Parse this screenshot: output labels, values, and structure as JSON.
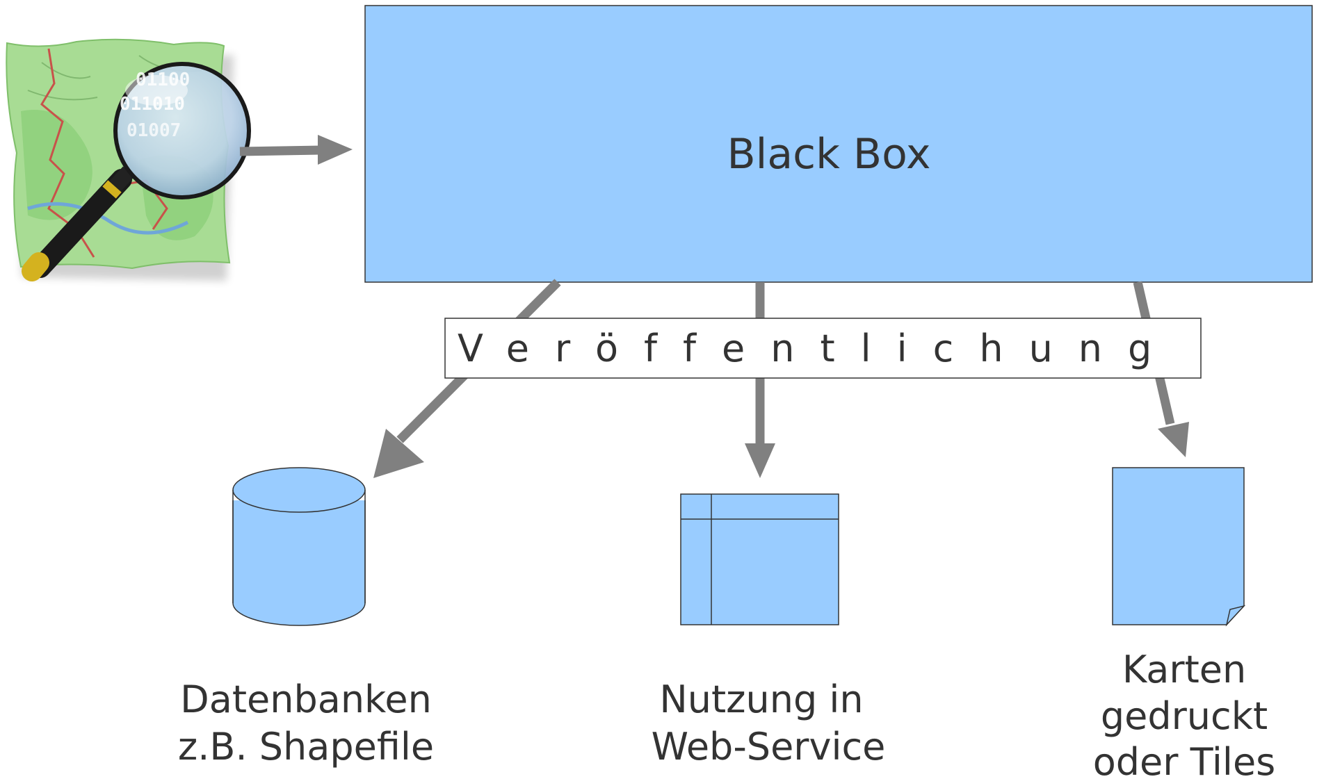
{
  "diagram": {
    "black_box": {
      "label": "Black Box"
    },
    "publication": {
      "label": "Veröffentlichung"
    },
    "outputs": {
      "database": {
        "line1": "Datenbanken",
        "line2": "z.B. Shapefile"
      },
      "web_service": {
        "line1": "Nutzung in",
        "line2": "Web-Service"
      },
      "maps": {
        "line1": "Karten",
        "line2": "gedruckt",
        "line3": "oder Tiles"
      }
    },
    "logo": {
      "digits": [
        "01100",
        "011010",
        "01007"
      ]
    }
  },
  "colors": {
    "box_fill": "#99CCFF",
    "arrow": "#808080",
    "text": "#333333",
    "outline": "#333333"
  }
}
